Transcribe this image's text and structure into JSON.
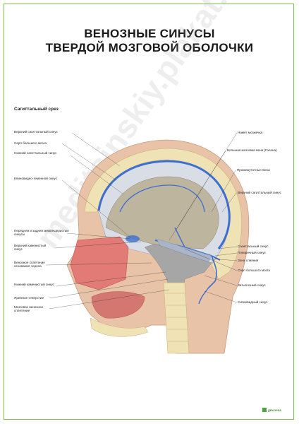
{
  "title_line1": "ВЕНОЗНЫЕ СИНУСЫ",
  "title_line2": "ТВЕРДОЙ МОЗГОВОЙ ОБОЛОЧКИ",
  "subtitle": "Сагиттальный срез",
  "watermark": "meditsinskiy.plakat.ru",
  "logo": "ДЕКОРКА",
  "labels_left": [
    "Верхний сагиттальный синус",
    "Серп большого мозга",
    "Нижний сагиттальный синус",
    "Клиновидно-теменной синус",
    "Передняя и задняя межпещеристые синусы",
    "Верхний каменистый синус",
    "Венозное сплетение основания черепа",
    "Нижний каменистый синус",
    "Яремное отверстие",
    "Мозговое венозное сплетение"
  ],
  "labels_right": [
    "Намет мозжечка",
    "Большая мозговая вена (Галена)",
    "Промежуточные вены",
    "Верхний сагиттальный синус",
    "Сагиттальный синус",
    "Поперечный синус",
    "Зона слияния",
    "Серп большого мозга",
    "Затылочный синус",
    "Сигмовидный синус"
  ],
  "colors": {
    "frame": "#7cc14a",
    "sinus": "#3d6fd0",
    "skin": "#e9c3a8",
    "nasal": "#e27a76",
    "dura": "#d8dde6",
    "bone": "#efe2b5"
  }
}
